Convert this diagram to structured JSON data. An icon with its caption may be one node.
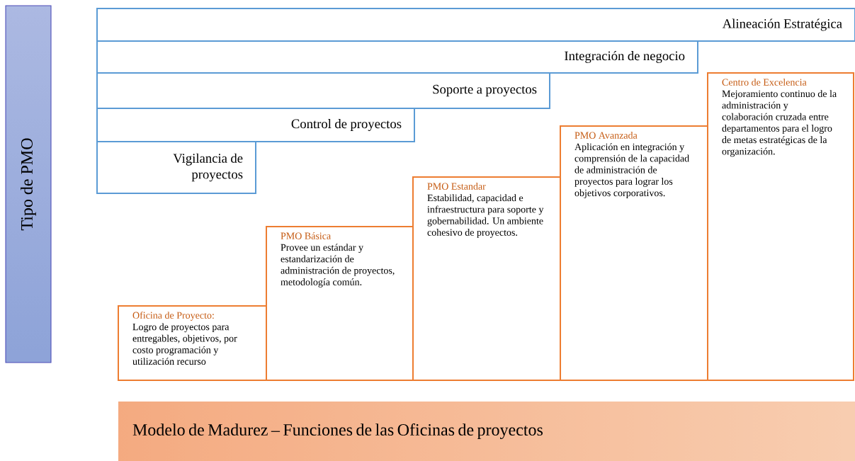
{
  "diagram": {
    "nodes": [
      {
        "text": [
          "Tipo de PMO"
        ]
      },
      {
        "text": [
          "Alineación Estratégica"
        ]
      },
      {
        "text": [
          "Integración de negocio"
        ]
      },
      {
        "text": [
          "Soporte a proyectos"
        ]
      },
      {
        "text": [
          "Control de proyectos"
        ]
      },
      {
        "text": [
          "Vigilancia de proyectos"
        ]
      },
      {
        "text": [
          "Oficina de Proyecto:",
          "Logro de proyectos para entregables, objetivos,  por costo programación y utilización recurso"
        ]
      },
      {
        "text": [
          "PMO Básica",
          "Provee un estándar y estandarización de administración de proyectos, metodología común."
        ]
      },
      {
        "text": [
          "PMO Estandar",
          "Estabilidad, capacidad e infraestructura para soporte y gobernabilidad. Un ambiente cohesivo de proyectos."
        ]
      },
      {
        "text": [
          "PMO Avanzada",
          "Aplicación en integración y comprensión de la capacidad de administración de proyectos para lograr los objetivos corporativos."
        ]
      },
      {
        "text": [
          "Centro de Excelencia",
          "Mejoramiento continuo de la administración y colaboración cruzada entre departamentos para el logro de metas estratégicas de la organización."
        ]
      },
      {
        "text": [
          "Modelo de Madurez – Funciones de las Oficinas de proyectos"
        ]
      }
    ]
  }
}
